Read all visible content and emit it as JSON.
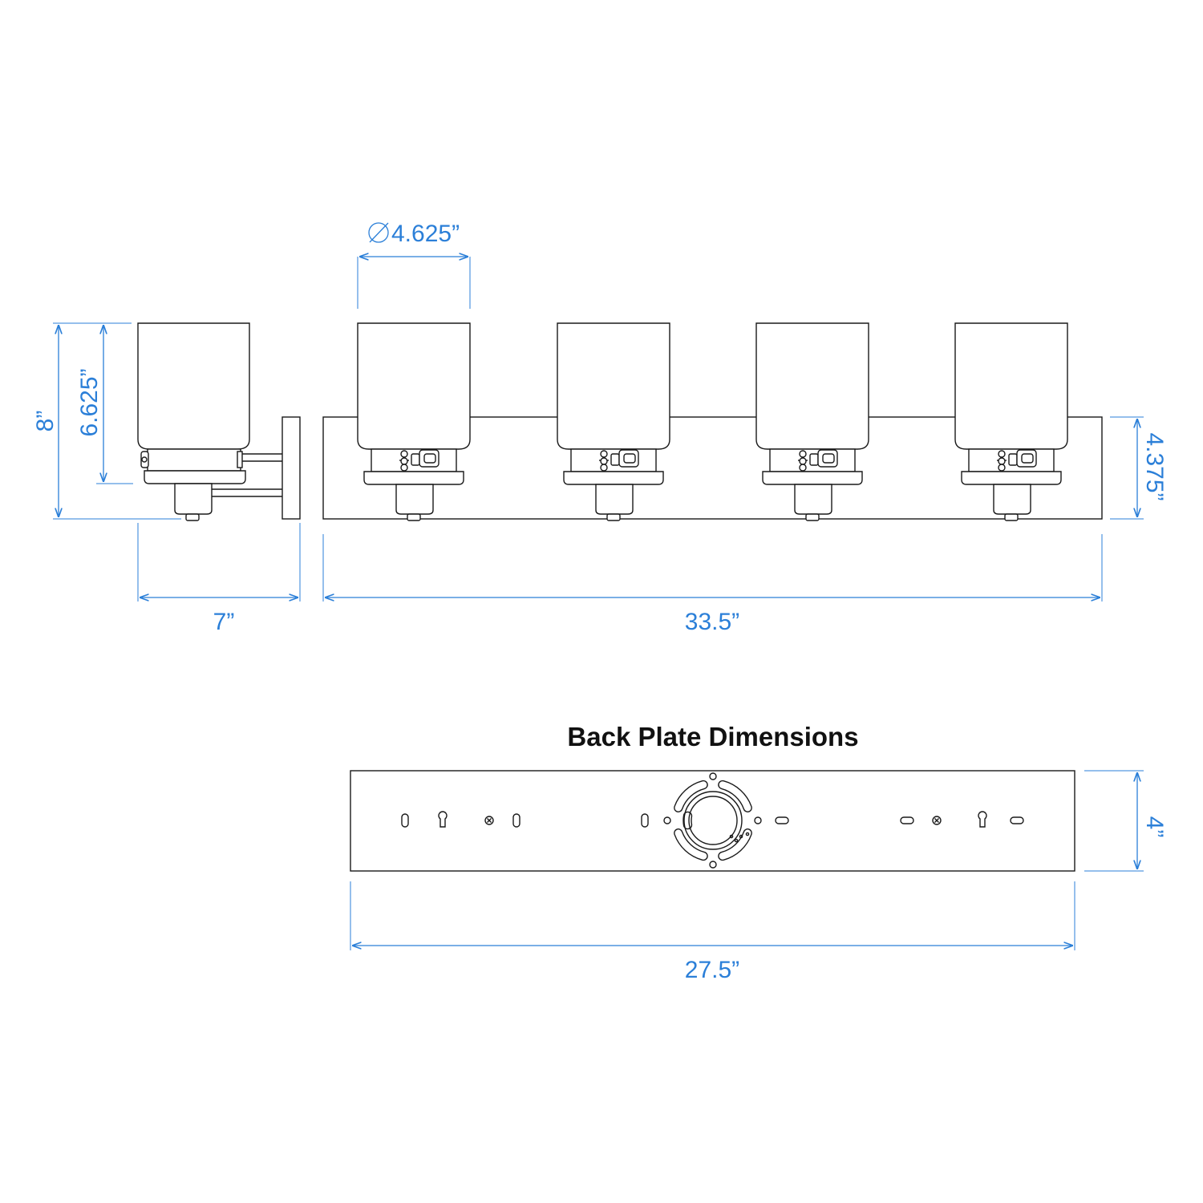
{
  "colors": {
    "dimension": "#2b7fd8",
    "line": "#1a1a1a",
    "background": "#ffffff"
  },
  "dimensions": {
    "shade_diameter": "4.625”",
    "overall_height": "8”",
    "shade_height": "6.625”",
    "depth": "7”",
    "overall_width": "33.5”",
    "fixture_plate_height": "4.375”",
    "back_plate_height": "4”",
    "back_plate_width": "27.5”"
  },
  "back_plate": {
    "title": "Back Plate Dimensions"
  },
  "fixture": {
    "light_count": 4
  }
}
